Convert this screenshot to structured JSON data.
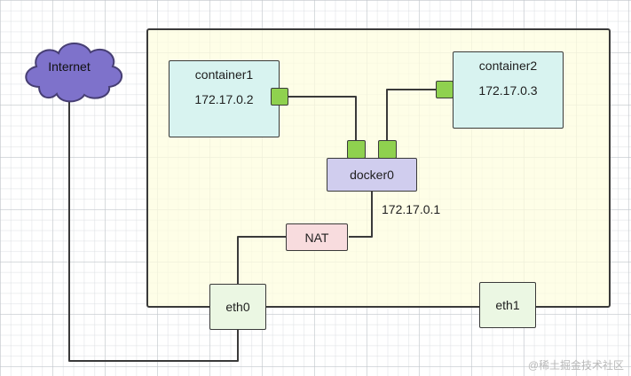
{
  "diagram": {
    "internet": {
      "label": "Internet"
    },
    "container1": {
      "title": "container1",
      "ip": "172.17.0.2"
    },
    "container2": {
      "title": "container2",
      "ip": "172.17.0.3"
    },
    "docker0": {
      "label": "docker0",
      "ip": "172.17.0.1"
    },
    "nat": {
      "label": "NAT"
    },
    "eth0": {
      "label": "eth0"
    },
    "eth1": {
      "label": "eth1"
    },
    "watermark": "@稀土掘金技术社区",
    "colors": {
      "cloud_fill": "#7e72cb",
      "cloud_stroke": "#463e73",
      "host_fill": "#fefede",
      "container_fill": "#d6f2f0",
      "port_fill": "#8fd14f",
      "docker0_fill": "#d0cdee",
      "nat_fill": "#f8dcde",
      "eth_fill": "#ebf7e3",
      "line": "#3a3a3a"
    }
  }
}
